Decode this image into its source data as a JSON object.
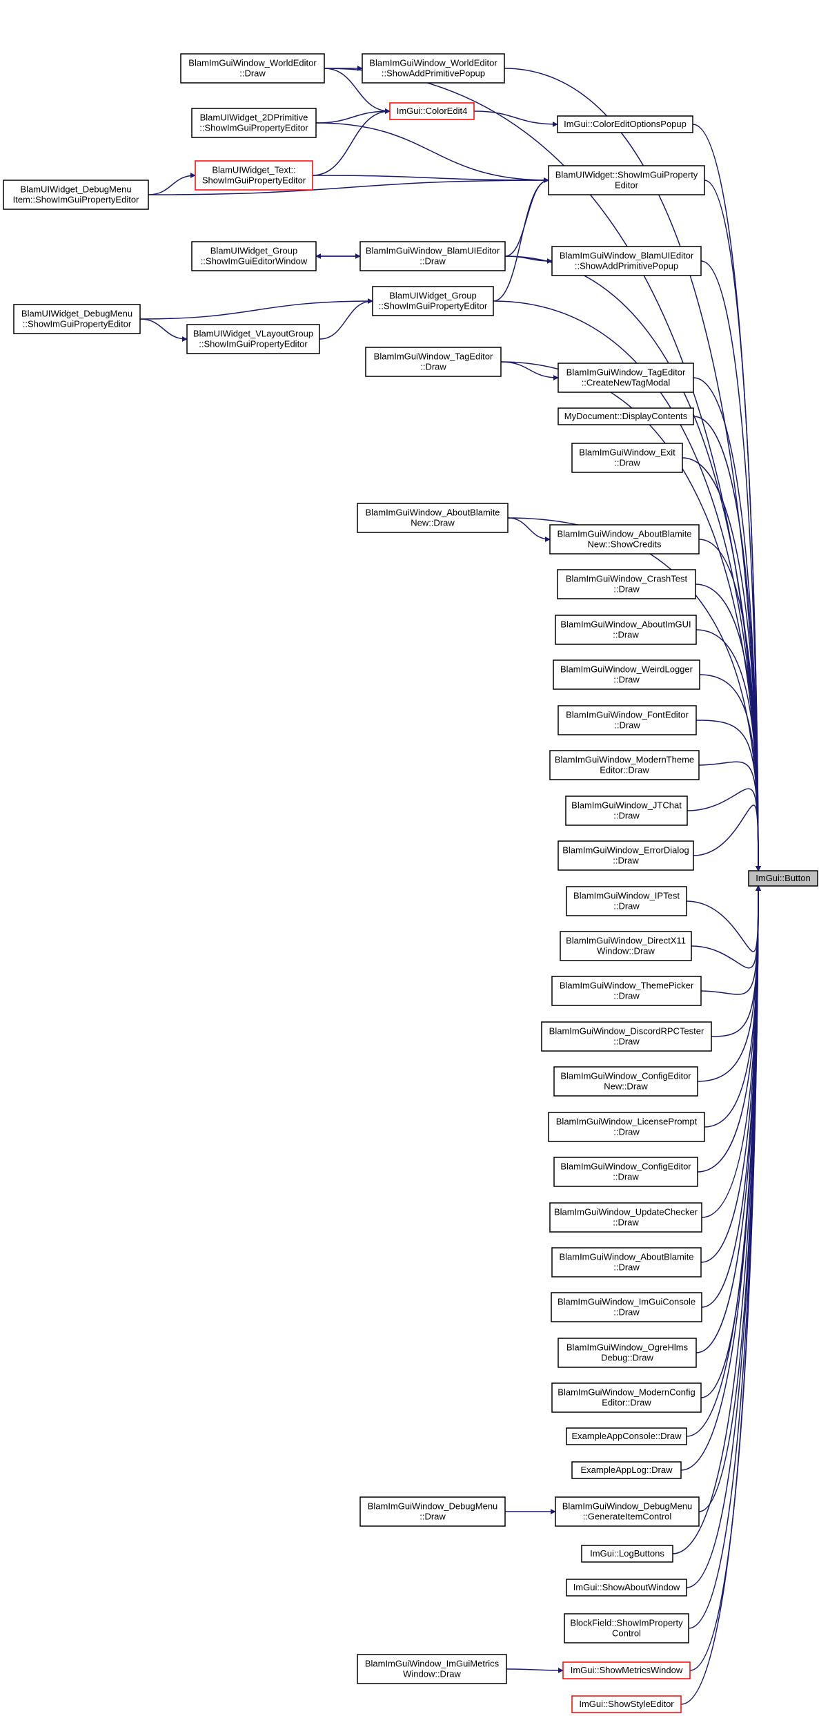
{
  "graph": {
    "type": "doxygen-caller-graph",
    "edge_color": "#191970",
    "node_border": "#000000",
    "incomplete_node_border": "#ff0000",
    "focus_fill": "#bfbfbf",
    "focus": "button",
    "nodes": [
      {
        "id": "button",
        "lines": [
          "ImGui::Button"
        ],
        "style": "focus"
      },
      {
        "id": "worldeditor_draw",
        "lines": [
          "BlamImGuiWindow_WorldEditor",
          "::Draw"
        ]
      },
      {
        "id": "worldeditor_showadd",
        "lines": [
          "BlamImGuiWindow_WorldEditor",
          "::ShowAddPrimitivePopup"
        ]
      },
      {
        "id": "coloredit4",
        "lines": [
          "ImGui::ColorEdit4"
        ],
        "style": "red"
      },
      {
        "id": "coloreditoptions",
        "lines": [
          "ImGui::ColorEditOptionsPopup"
        ]
      },
      {
        "id": "prim2d",
        "lines": [
          "BlamUIWidget_2DPrimitive",
          "::ShowImGuiPropertyEditor"
        ]
      },
      {
        "id": "text_widget",
        "lines": [
          "BlamUIWidget_Text::",
          "ShowImGuiPropertyEditor"
        ],
        "style": "red"
      },
      {
        "id": "debugmenu_item",
        "lines": [
          "BlamUIWidget_DebugMenu",
          "Item::ShowImGuiPropertyEditor"
        ]
      },
      {
        "id": "uiwidget_showprop",
        "lines": [
          "BlamUIWidget::ShowImGuiProperty",
          "Editor"
        ]
      },
      {
        "id": "group_editorwindow",
        "lines": [
          "BlamUIWidget_Group",
          "::ShowImGuiEditorWindow"
        ]
      },
      {
        "id": "blamuieditor_draw",
        "lines": [
          "BlamImGuiWindow_BlamUIEditor",
          "::Draw"
        ]
      },
      {
        "id": "blamuieditor_showadd",
        "lines": [
          "BlamImGuiWindow_BlamUIEditor",
          "::ShowAddPrimitivePopup"
        ]
      },
      {
        "id": "debugmenu_prop",
        "lines": [
          "BlamUIWidget_DebugMenu",
          "::ShowImGuiPropertyEditor"
        ]
      },
      {
        "id": "group_prop",
        "lines": [
          "BlamUIWidget_Group",
          "::ShowImGuiPropertyEditor"
        ]
      },
      {
        "id": "vlayout_prop",
        "lines": [
          "BlamUIWidget_VLayoutGroup",
          "::ShowImGuiPropertyEditor"
        ]
      },
      {
        "id": "tageditor_draw",
        "lines": [
          "BlamImGuiWindow_TagEditor",
          "::Draw"
        ]
      },
      {
        "id": "tageditor_newtag",
        "lines": [
          "BlamImGuiWindow_TagEditor",
          "::CreateNewTagModal"
        ]
      },
      {
        "id": "mydocument",
        "lines": [
          "MyDocument::DisplayContents"
        ]
      },
      {
        "id": "exit_draw",
        "lines": [
          "BlamImGuiWindow_Exit",
          "::Draw"
        ]
      },
      {
        "id": "aboutnew_draw",
        "lines": [
          "BlamImGuiWindow_AboutBlamite",
          "New::Draw"
        ]
      },
      {
        "id": "aboutnew_credits",
        "lines": [
          "BlamImGuiWindow_AboutBlamite",
          "New::ShowCredits"
        ]
      },
      {
        "id": "crashtest",
        "lines": [
          "BlamImGuiWindow_CrashTest",
          "::Draw"
        ]
      },
      {
        "id": "aboutimgui",
        "lines": [
          "BlamImGuiWindow_AboutImGUI",
          "::Draw"
        ]
      },
      {
        "id": "weirdlogger",
        "lines": [
          "BlamImGuiWindow_WeirdLogger",
          "::Draw"
        ]
      },
      {
        "id": "fonteditor",
        "lines": [
          "BlamImGuiWindow_FontEditor",
          "::Draw"
        ]
      },
      {
        "id": "moderntheme",
        "lines": [
          "BlamImGuiWindow_ModernTheme",
          "Editor::Draw"
        ]
      },
      {
        "id": "jtchat",
        "lines": [
          "BlamImGuiWindow_JTChat",
          "::Draw"
        ]
      },
      {
        "id": "errordialog",
        "lines": [
          "BlamImGuiWindow_ErrorDialog",
          "::Draw"
        ]
      },
      {
        "id": "iptest",
        "lines": [
          "BlamImGuiWindow_IPTest",
          "::Draw"
        ]
      },
      {
        "id": "directx11",
        "lines": [
          "BlamImGuiWindow_DirectX11",
          "Window::Draw"
        ]
      },
      {
        "id": "themepicker",
        "lines": [
          "BlamImGuiWindow_ThemePicker",
          "::Draw"
        ]
      },
      {
        "id": "discordrpc",
        "lines": [
          "BlamImGuiWindow_DiscordRPCTester",
          "::Draw"
        ]
      },
      {
        "id": "configeditornew",
        "lines": [
          "BlamImGuiWindow_ConfigEditor",
          "New::Draw"
        ]
      },
      {
        "id": "licenseprompt",
        "lines": [
          "BlamImGuiWindow_LicensePrompt",
          "::Draw"
        ]
      },
      {
        "id": "configeditor",
        "lines": [
          "BlamImGuiWindow_ConfigEditor",
          "::Draw"
        ]
      },
      {
        "id": "updatechecker",
        "lines": [
          "BlamImGuiWindow_UpdateChecker",
          "::Draw"
        ]
      },
      {
        "id": "aboutblamite",
        "lines": [
          "BlamImGuiWindow_AboutBlamite",
          "::Draw"
        ]
      },
      {
        "id": "imguiconsole",
        "lines": [
          "BlamImGuiWindow_ImGuiConsole",
          "::Draw"
        ]
      },
      {
        "id": "ogrehlms",
        "lines": [
          "BlamImGuiWindow_OgreHlms",
          "Debug::Draw"
        ]
      },
      {
        "id": "modernconfig",
        "lines": [
          "BlamImGuiWindow_ModernConfig",
          "Editor::Draw"
        ]
      },
      {
        "id": "exampleconsole",
        "lines": [
          "ExampleAppConsole::Draw"
        ]
      },
      {
        "id": "examplelog",
        "lines": [
          "ExampleAppLog::Draw"
        ]
      },
      {
        "id": "debugmenu_draw",
        "lines": [
          "BlamImGuiWindow_DebugMenu",
          "::Draw"
        ]
      },
      {
        "id": "debugmenu_gen",
        "lines": [
          "BlamImGuiWindow_DebugMenu",
          "::GenerateItemControl"
        ]
      },
      {
        "id": "logbuttons",
        "lines": [
          "ImGui::LogButtons"
        ]
      },
      {
        "id": "showabout",
        "lines": [
          "ImGui::ShowAboutWindow"
        ]
      },
      {
        "id": "blockfield",
        "lines": [
          "BlockField::ShowImProperty",
          "Control"
        ]
      },
      {
        "id": "imguimetrics_draw",
        "lines": [
          "BlamImGuiWindow_ImGuiMetrics",
          "Window::Draw"
        ]
      },
      {
        "id": "showmetrics",
        "lines": [
          "ImGui::ShowMetricsWindow"
        ],
        "style": "red"
      },
      {
        "id": "showstyle",
        "lines": [
          "ImGui::ShowStyleEditor"
        ],
        "style": "red"
      }
    ],
    "edges": [
      [
        "worldeditor_draw",
        "worldeditor_showadd"
      ],
      [
        "worldeditor_draw",
        "coloredit4"
      ],
      [
        "coloredit4",
        "coloreditoptions"
      ],
      [
        "prim2d",
        "coloredit4"
      ],
      [
        "text_widget",
        "coloredit4"
      ],
      [
        "prim2d",
        "uiwidget_showprop"
      ],
      [
        "text_widget",
        "uiwidget_showprop"
      ],
      [
        "debugmenu_item",
        "text_widget"
      ],
      [
        "debugmenu_item",
        "uiwidget_showprop"
      ],
      [
        "blamuieditor_draw",
        "uiwidget_showprop"
      ],
      [
        "group_prop",
        "uiwidget_showprop"
      ],
      [
        "blamuieditor_draw",
        "group_editorwindow"
      ],
      [
        "group_editorwindow",
        "blamuieditor_draw"
      ],
      [
        "blamuieditor_draw",
        "blamuieditor_showadd"
      ],
      [
        "debugmenu_prop",
        "group_prop"
      ],
      [
        "debugmenu_prop",
        "vlayout_prop"
      ],
      [
        "vlayout_prop",
        "group_prop"
      ],
      [
        "tageditor_draw",
        "tageditor_newtag"
      ],
      [
        "aboutnew_draw",
        "aboutnew_credits"
      ],
      [
        "debugmenu_draw",
        "debugmenu_gen"
      ],
      [
        "imguimetrics_draw",
        "showmetrics"
      ],
      [
        "worldeditor_draw",
        "button"
      ],
      [
        "worldeditor_showadd",
        "button"
      ],
      [
        "coloreditoptions",
        "button"
      ],
      [
        "uiwidget_showprop",
        "button"
      ],
      [
        "blamuieditor_draw",
        "button"
      ],
      [
        "blamuieditor_showadd",
        "button"
      ],
      [
        "group_prop",
        "button"
      ],
      [
        "tageditor_draw",
        "button"
      ],
      [
        "tageditor_newtag",
        "button"
      ],
      [
        "mydocument",
        "button"
      ],
      [
        "exit_draw",
        "button"
      ],
      [
        "aboutnew_draw",
        "button"
      ],
      [
        "aboutnew_credits",
        "button"
      ],
      [
        "crashtest",
        "button"
      ],
      [
        "aboutimgui",
        "button"
      ],
      [
        "weirdlogger",
        "button"
      ],
      [
        "fonteditor",
        "button"
      ],
      [
        "moderntheme",
        "button"
      ],
      [
        "jtchat",
        "button"
      ],
      [
        "errordialog",
        "button"
      ],
      [
        "iptest",
        "button"
      ],
      [
        "directx11",
        "button"
      ],
      [
        "themepicker",
        "button"
      ],
      [
        "discordrpc",
        "button"
      ],
      [
        "configeditornew",
        "button"
      ],
      [
        "licenseprompt",
        "button"
      ],
      [
        "configeditor",
        "button"
      ],
      [
        "updatechecker",
        "button"
      ],
      [
        "aboutblamite",
        "button"
      ],
      [
        "imguiconsole",
        "button"
      ],
      [
        "ogrehlms",
        "button"
      ],
      [
        "modernconfig",
        "button"
      ],
      [
        "exampleconsole",
        "button"
      ],
      [
        "examplelog",
        "button"
      ],
      [
        "debugmenu_gen",
        "button"
      ],
      [
        "logbuttons",
        "button"
      ],
      [
        "showabout",
        "button"
      ],
      [
        "blockfield",
        "button"
      ],
      [
        "showmetrics",
        "button"
      ],
      [
        "showstyle",
        "button"
      ]
    ]
  }
}
